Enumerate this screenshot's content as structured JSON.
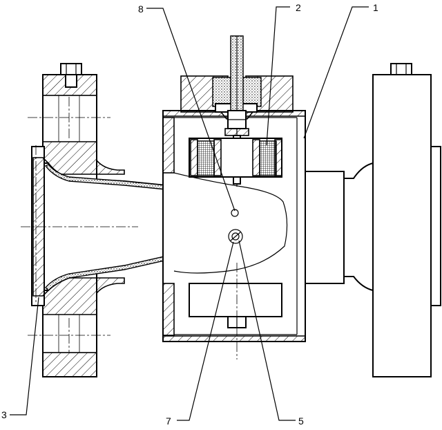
{
  "labels": {
    "l1": "1",
    "l2": "2",
    "l3": "3",
    "l5": "5",
    "l7": "7",
    "l8": "8"
  },
  "colors": {
    "line": "#000000",
    "background": "#ffffff"
  }
}
